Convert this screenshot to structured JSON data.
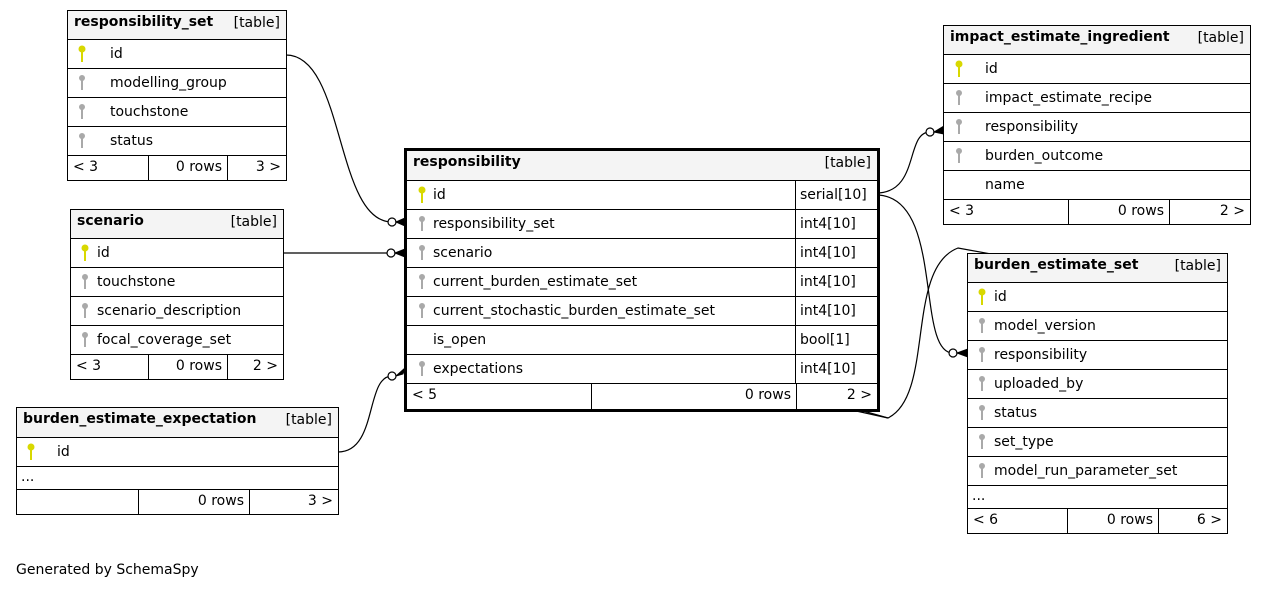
{
  "credit": "Generated by SchemaSpy",
  "tables": {
    "responsibility_set": {
      "name": "responsibility_set",
      "type": "[table]",
      "columns": [
        "id",
        "modelling_group",
        "touchstone",
        "status"
      ],
      "footer": [
        "< 3",
        "0 rows",
        "3 >"
      ]
    },
    "scenario": {
      "name": "scenario",
      "type": "[table]",
      "columns": [
        "id",
        "touchstone",
        "scenario_description",
        "focal_coverage_set"
      ],
      "footer": [
        "< 3",
        "0 rows",
        "2 >"
      ]
    },
    "burden_estimate_expectation": {
      "name": "burden_estimate_expectation",
      "type": "[table]",
      "columns": [
        "id"
      ],
      "ellipsis": "...",
      "footer": [
        "",
        "0 rows",
        "3 >"
      ]
    },
    "responsibility": {
      "name": "responsibility",
      "type": "[table]",
      "columns": [
        {
          "name": "id",
          "type": "serial[10]"
        },
        {
          "name": "responsibility_set",
          "type": "int4[10]"
        },
        {
          "name": "scenario",
          "type": "int4[10]"
        },
        {
          "name": "current_burden_estimate_set",
          "type": "int4[10]"
        },
        {
          "name": "current_stochastic_burden_estimate_set",
          "type": "int4[10]"
        },
        {
          "name": "is_open",
          "type": "bool[1]"
        },
        {
          "name": "expectations",
          "type": "int4[10]"
        }
      ],
      "footer": [
        "< 5",
        "0 rows",
        "2 >"
      ]
    },
    "impact_estimate_ingredient": {
      "name": "impact_estimate_ingredient",
      "type": "[table]",
      "columns": [
        "id",
        "impact_estimate_recipe",
        "responsibility",
        "burden_outcome",
        "name"
      ],
      "footer": [
        "< 3",
        "0 rows",
        "2 >"
      ]
    },
    "burden_estimate_set": {
      "name": "burden_estimate_set",
      "type": "[table]",
      "columns": [
        "id",
        "model_version",
        "responsibility",
        "uploaded_by",
        "status",
        "set_type",
        "model_run_parameter_set"
      ],
      "ellipsis": "...",
      "footer": [
        "< 6",
        "0 rows",
        "6 >"
      ]
    }
  },
  "colors": {
    "primary_key": "#d8d800",
    "foreign_key": "#a9a9a9",
    "header_bg": "#f4f4f4"
  },
  "icons": {
    "primary_key": "key-icon-gold",
    "foreign_key": "key-icon-gray"
  }
}
